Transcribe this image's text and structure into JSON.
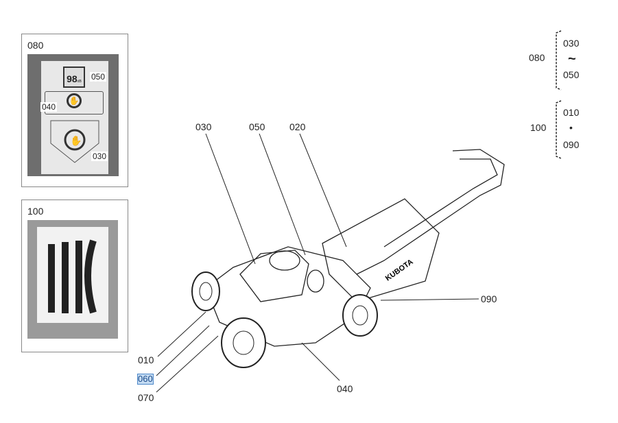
{
  "inset_080": {
    "title": "080",
    "display": "98",
    "display_unit": "dB",
    "tags": [
      "050",
      "040",
      "030"
    ]
  },
  "inset_100": {
    "title": "100"
  },
  "callouts": {
    "c030": "030",
    "c050": "050",
    "c020": "020",
    "c090": "090",
    "c040": "040",
    "c010": "010",
    "c060": "060",
    "c070": "070"
  },
  "brand": "KUBOTA",
  "groups": [
    {
      "id": "080",
      "from": "030",
      "sep": "~",
      "to": "050"
    },
    {
      "id": "100",
      "from": "010",
      "sep": "•",
      "to": "090"
    }
  ]
}
